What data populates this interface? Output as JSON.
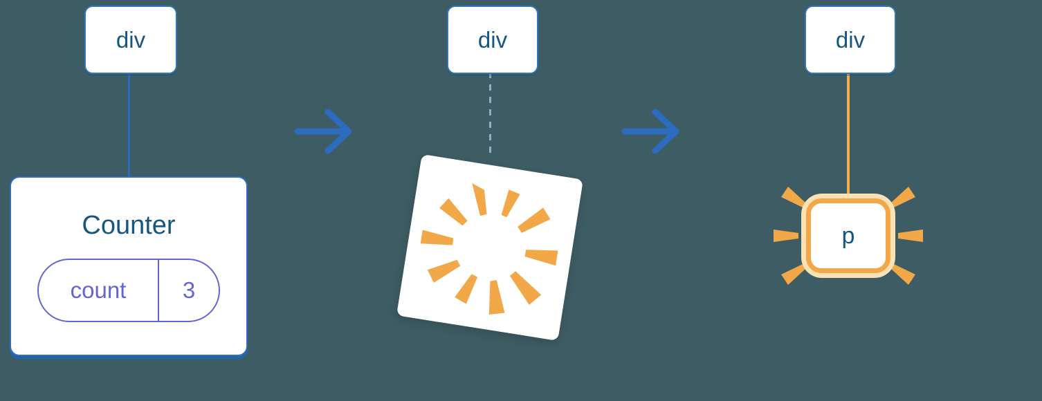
{
  "colors": {
    "background": "#3E5C63",
    "node_border": "#3377B5",
    "node_text": "#17577F",
    "arrow_blue": "#2D6BBF",
    "solid_connector_blue": "#2D6BBF",
    "dashed_connector_gray_blue": "#8FB0C9",
    "card_border_blue": "#2F6EC0",
    "card_bottom_shadow_blue": "#24649F",
    "state_pill_purple": "#6464D2",
    "burst_orange": "#F2A848",
    "orange_connector": "#F2AC55",
    "glow_halo_cream": "#FBE2B6",
    "box_background": "#FFFFFF"
  },
  "icons": {
    "arrow1": "right-arrow",
    "arrow2": "right-arrow",
    "poof": "poof-burst",
    "glow": "glow-rays"
  },
  "stages": {
    "before": {
      "parent_tag": "div",
      "component_title": "Counter",
      "state_key": "count",
      "state_value": "3"
    },
    "during": {
      "parent_tag": "div"
    },
    "after": {
      "parent_tag": "div",
      "child_tag": "p"
    }
  }
}
